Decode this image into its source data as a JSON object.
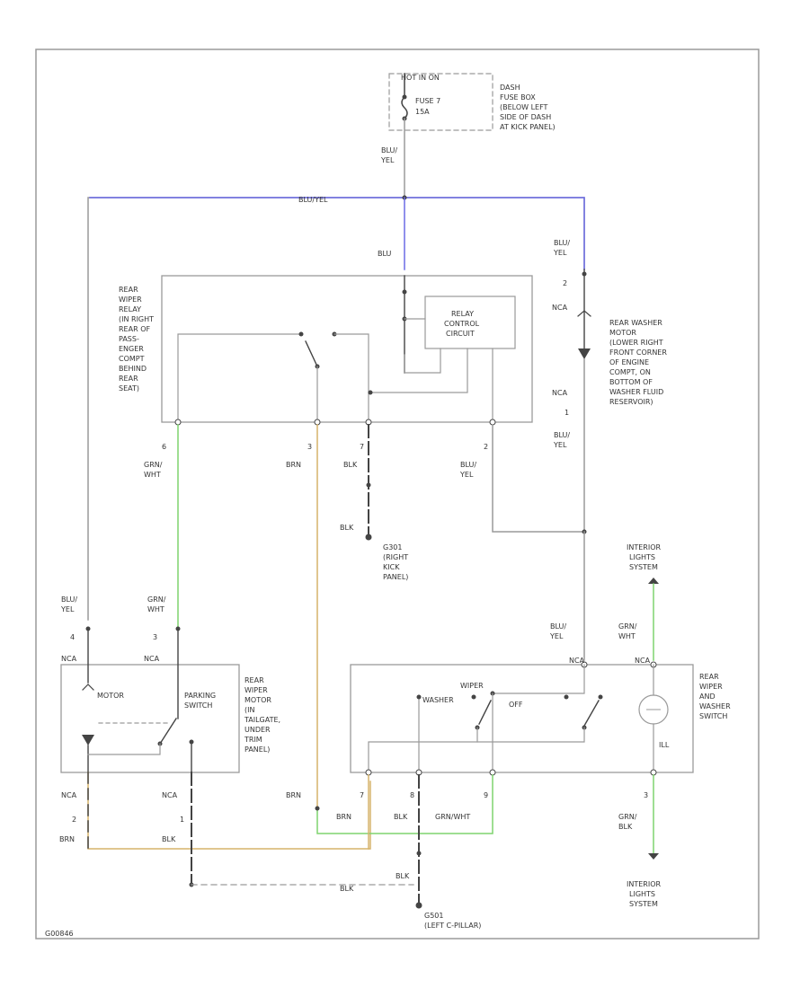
{
  "colors": {
    "frame": "#9a9a9a",
    "wire_plain": "#9a9a9a",
    "wire_dark": "#444444",
    "wire_blue": "#6a6ae6",
    "wire_green": "#7fd36f",
    "wire_yellow": "#d6b36a",
    "text": "#333333"
  },
  "fuse_block": {
    "hot_label": "HOT IN ON",
    "fuse_name": "FUSE 7",
    "fuse_rating": "15A",
    "location": [
      "DASH",
      "FUSE BOX",
      "(BELOW LEFT",
      "SIDE OF DASH",
      "AT KICK PANEL)"
    ]
  },
  "wire_labels": {
    "fuse_out": [
      "BLU/",
      "YEL"
    ],
    "top_bus": "BLU/YEL",
    "relay_in": "BLU",
    "washer_top": [
      "BLU/",
      "YEL"
    ],
    "washer_bottom": [
      "BLU/",
      "YEL"
    ],
    "pin6": [
      "GRN/",
      "WHT"
    ],
    "pin3": "BRN",
    "pin7_upper": "BLK",
    "pin7_lower": "BLK",
    "pin2": [
      "BLU/",
      "YEL"
    ],
    "motor_left": [
      "BLU/",
      "YEL"
    ],
    "motor_right": [
      "GRN/",
      "WHT"
    ],
    "switch_top": [
      "BLU/",
      "YEL"
    ],
    "light_upper": [
      "GRN/",
      "WHT"
    ],
    "light_lower": [
      "GRN/",
      "BLK"
    ],
    "brn_left": "BRN",
    "brn_pin": "BRN",
    "blk_pin": "BLK",
    "grn_wht_pin": "GRN/WHT",
    "motor_bottom_left": "BRN",
    "motor_bottom_right": "BLK",
    "ground_blk": "BLK",
    "ground_dash": "BLK"
  },
  "pins": {
    "relay_6": "6",
    "relay_3": "3",
    "relay_7": "7",
    "relay_2": "2",
    "washer_2": "2",
    "washer_1": "1",
    "motor_4": "4",
    "motor_3": "3",
    "motor_2": "2",
    "motor_1": "1",
    "switch_7": "7",
    "switch_8": "8",
    "switch_9": "9",
    "switch_3": "3",
    "nca": "NCA"
  },
  "relay": {
    "label": [
      "REAR",
      "WIPER",
      "RELAY",
      "(IN RIGHT",
      "REAR OF",
      "PASS-",
      "ENGER",
      "COMPT",
      "BEHIND",
      "REAR",
      "SEAT)"
    ],
    "circuit": [
      "RELAY",
      "CONTROL",
      "CIRCUIT"
    ]
  },
  "washer_motor": {
    "label": [
      "REAR WASHER",
      "MOTOR",
      "(LOWER RIGHT",
      "FRONT CORNER",
      "OF ENGINE",
      "COMPT, ON",
      "BOTTOM OF",
      "WASHER FLUID",
      "RESERVOIR)"
    ]
  },
  "grounds": {
    "g301": [
      "G301",
      "(RIGHT",
      "KICK",
      "PANEL)"
    ],
    "g501": [
      "G501",
      "(LEFT C-PILLAR)"
    ]
  },
  "interior_light_top": [
    "INTERIOR",
    "LIGHTS",
    "SYSTEM"
  ],
  "interior_light_bottom": [
    "INTERIOR",
    "LIGHTS",
    "SYSTEM"
  ],
  "wiper_motor": {
    "motor_label": "MOTOR",
    "parking_label": [
      "PARKING",
      "SWITCH"
    ],
    "label": [
      "REAR",
      "WIPER",
      "MOTOR",
      "(IN",
      "TAILGATE,",
      "UNDER",
      "TRIM",
      "PANEL)"
    ]
  },
  "wiper_switch": {
    "washer_label": "WASHER",
    "wiper_label": "WIPER",
    "off_label": "OFF",
    "lamp_label": "ILL",
    "label": [
      "REAR",
      "WIPER",
      "AND",
      "WASHER",
      "SWITCH"
    ]
  },
  "diagram_id": "G00846"
}
